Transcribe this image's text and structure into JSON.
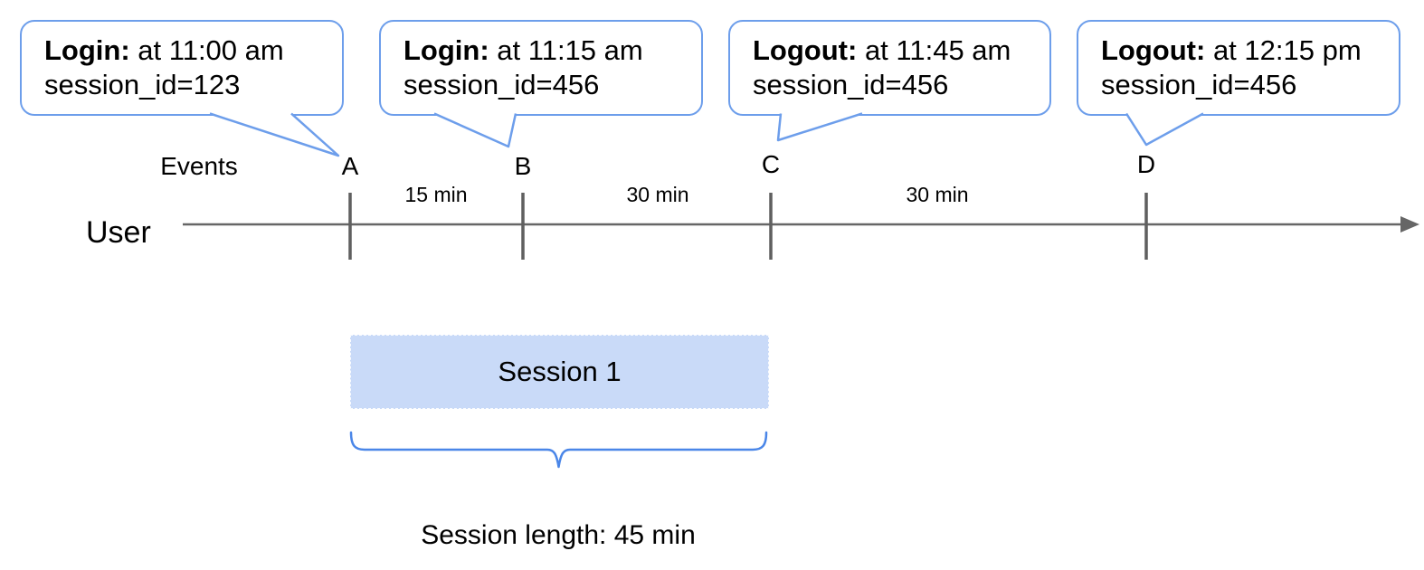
{
  "diagram": {
    "bubbles": [
      {
        "title": "Login:",
        "time": " at 11:00 am",
        "session_line": "session_id=123",
        "points_to": "A"
      },
      {
        "title": "Login:",
        "time": " at 11:15 am",
        "session_line": "session_id=456",
        "points_to": "B"
      },
      {
        "title": "Logout:",
        "time": " at 11:45 am",
        "session_line": "session_id=456",
        "points_to": "C"
      },
      {
        "title": "Logout:",
        "time": " at 12:15 pm",
        "session_line": "session_id=456",
        "points_to": "D"
      }
    ],
    "timeline": {
      "events_label": "Events",
      "user_label": "User",
      "ticks": [
        "A",
        "B",
        "C",
        "D"
      ],
      "intervals": [
        "15 min",
        "30 min",
        "30 min"
      ]
    },
    "session": {
      "label": "Session 1",
      "length_label": "Session length: 45 min"
    },
    "colors": {
      "bubble_border": "#6d9eeb",
      "brace": "#4a86e8",
      "session_fill": "#c9daf8",
      "axis": "#666666",
      "text": "#000000"
    }
  }
}
